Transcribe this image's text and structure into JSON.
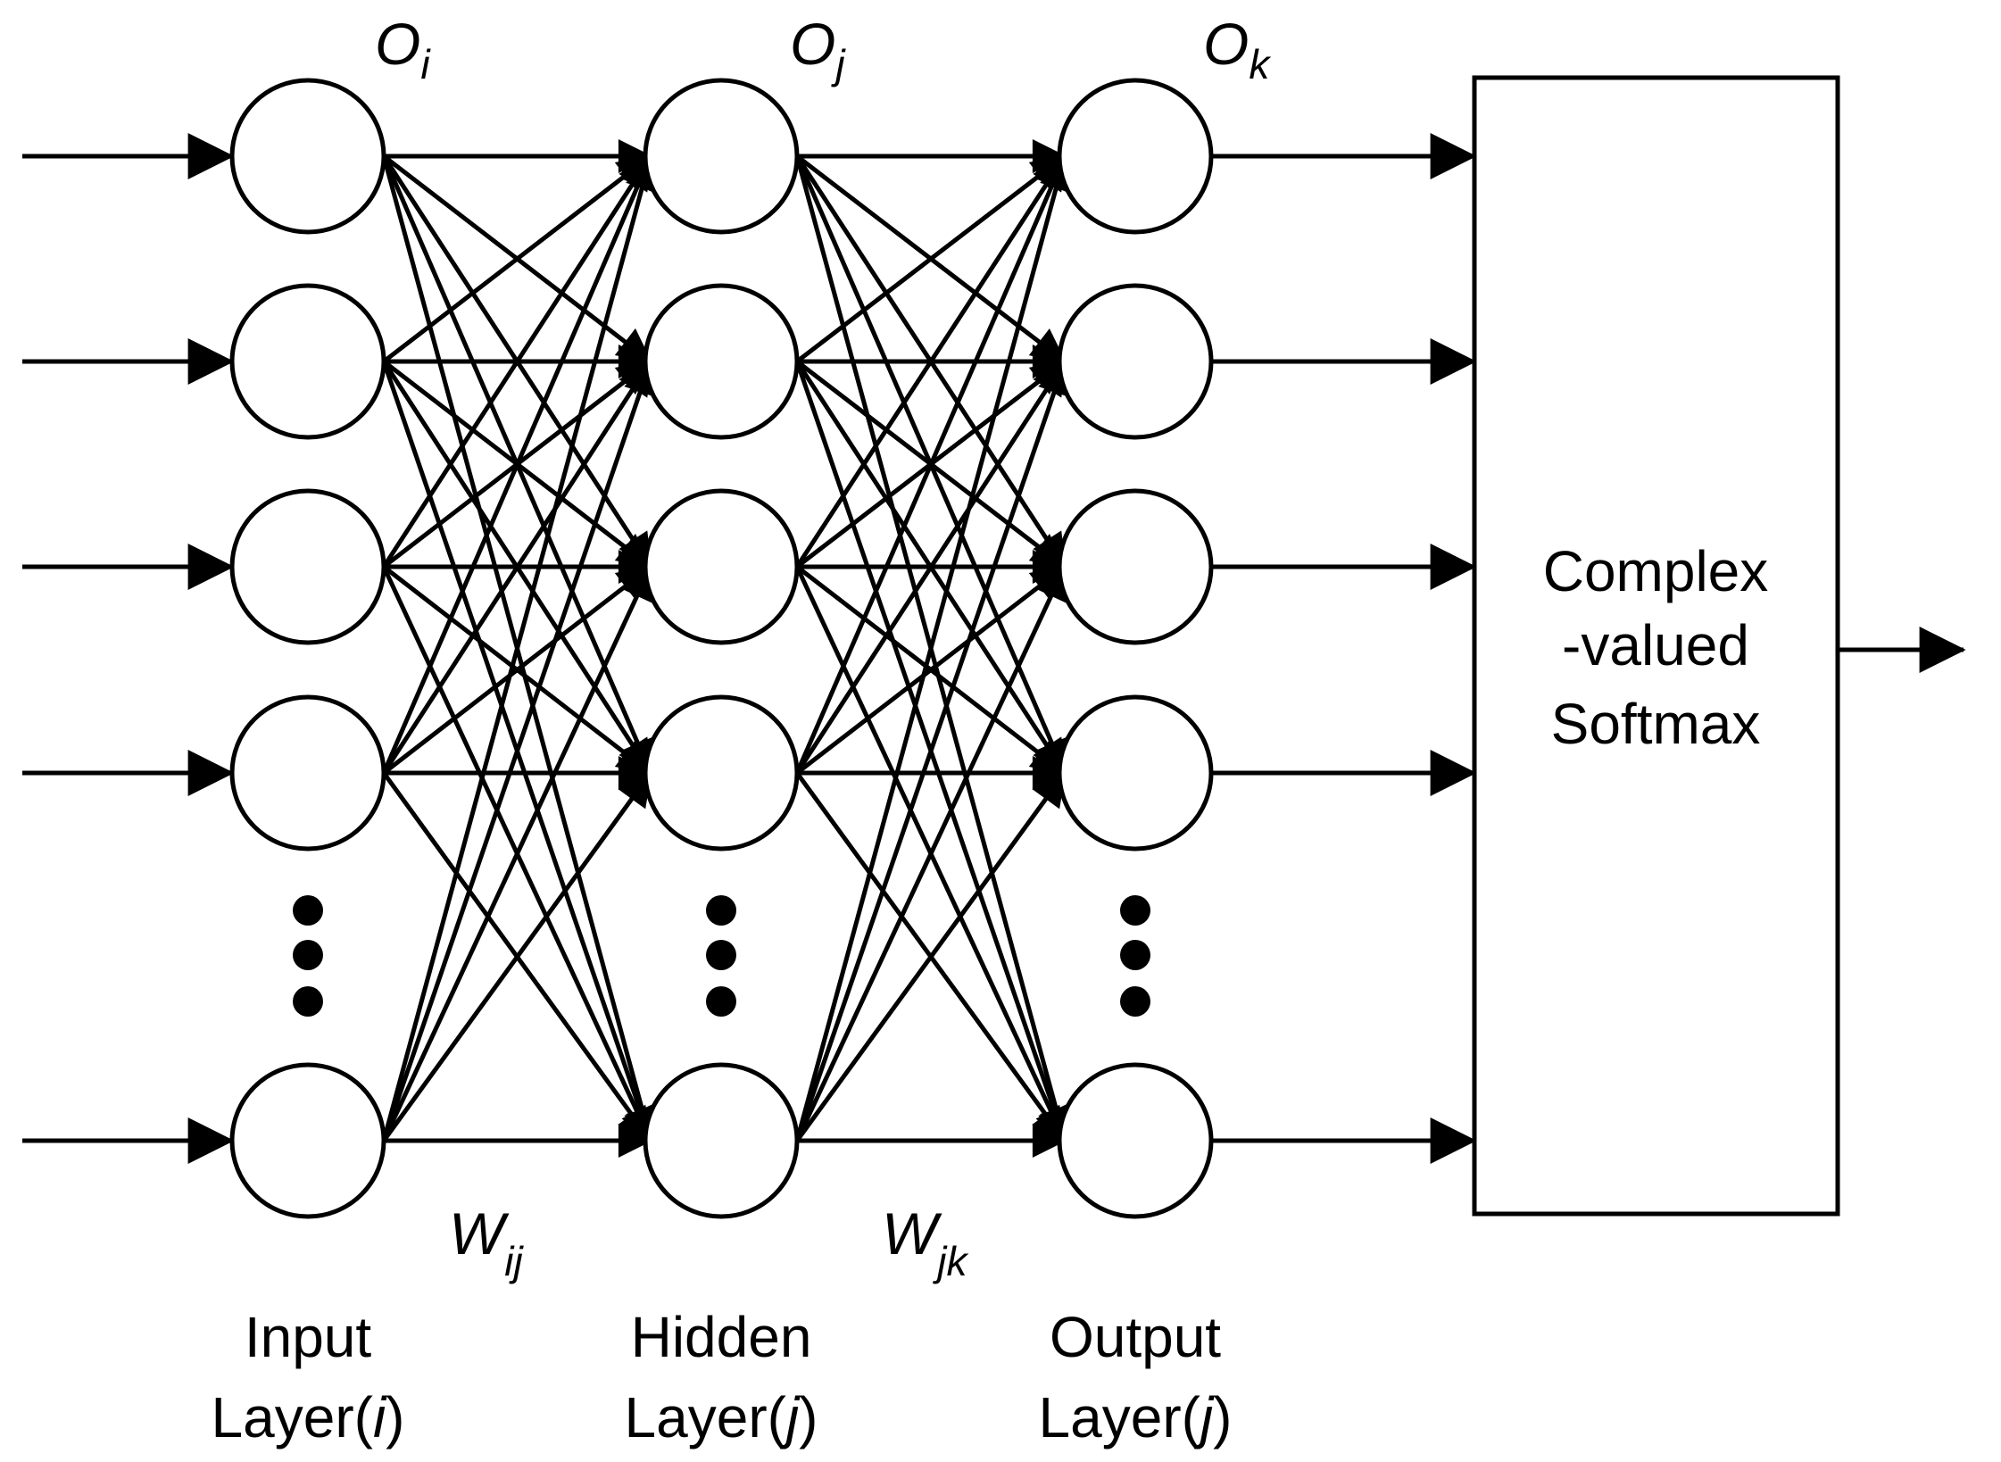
{
  "layers": [
    {
      "id": "input",
      "name_line1": "Input",
      "name_prefix": "Layer(",
      "name_var": "i",
      "name_suffix": ")",
      "output_var": "O",
      "output_sub": "i"
    },
    {
      "id": "hidden",
      "name_line1": "Hidden",
      "name_prefix": "Layer(",
      "name_var": "j",
      "name_suffix": ")",
      "output_var": "O",
      "output_sub": "j"
    },
    {
      "id": "output",
      "name_line1": "Output",
      "name_prefix": "Layer(",
      "name_var": "j",
      "name_suffix": ")",
      "output_var": "O",
      "output_sub": "k"
    }
  ],
  "weights": [
    {
      "var": "W",
      "sub": "ij"
    },
    {
      "var": "W",
      "sub": "jk"
    }
  ],
  "softmax": {
    "lines": [
      "Complex",
      "-valued",
      "Softmax"
    ]
  },
  "colors": {
    "stroke": "#000000",
    "background": "#ffffff"
  }
}
